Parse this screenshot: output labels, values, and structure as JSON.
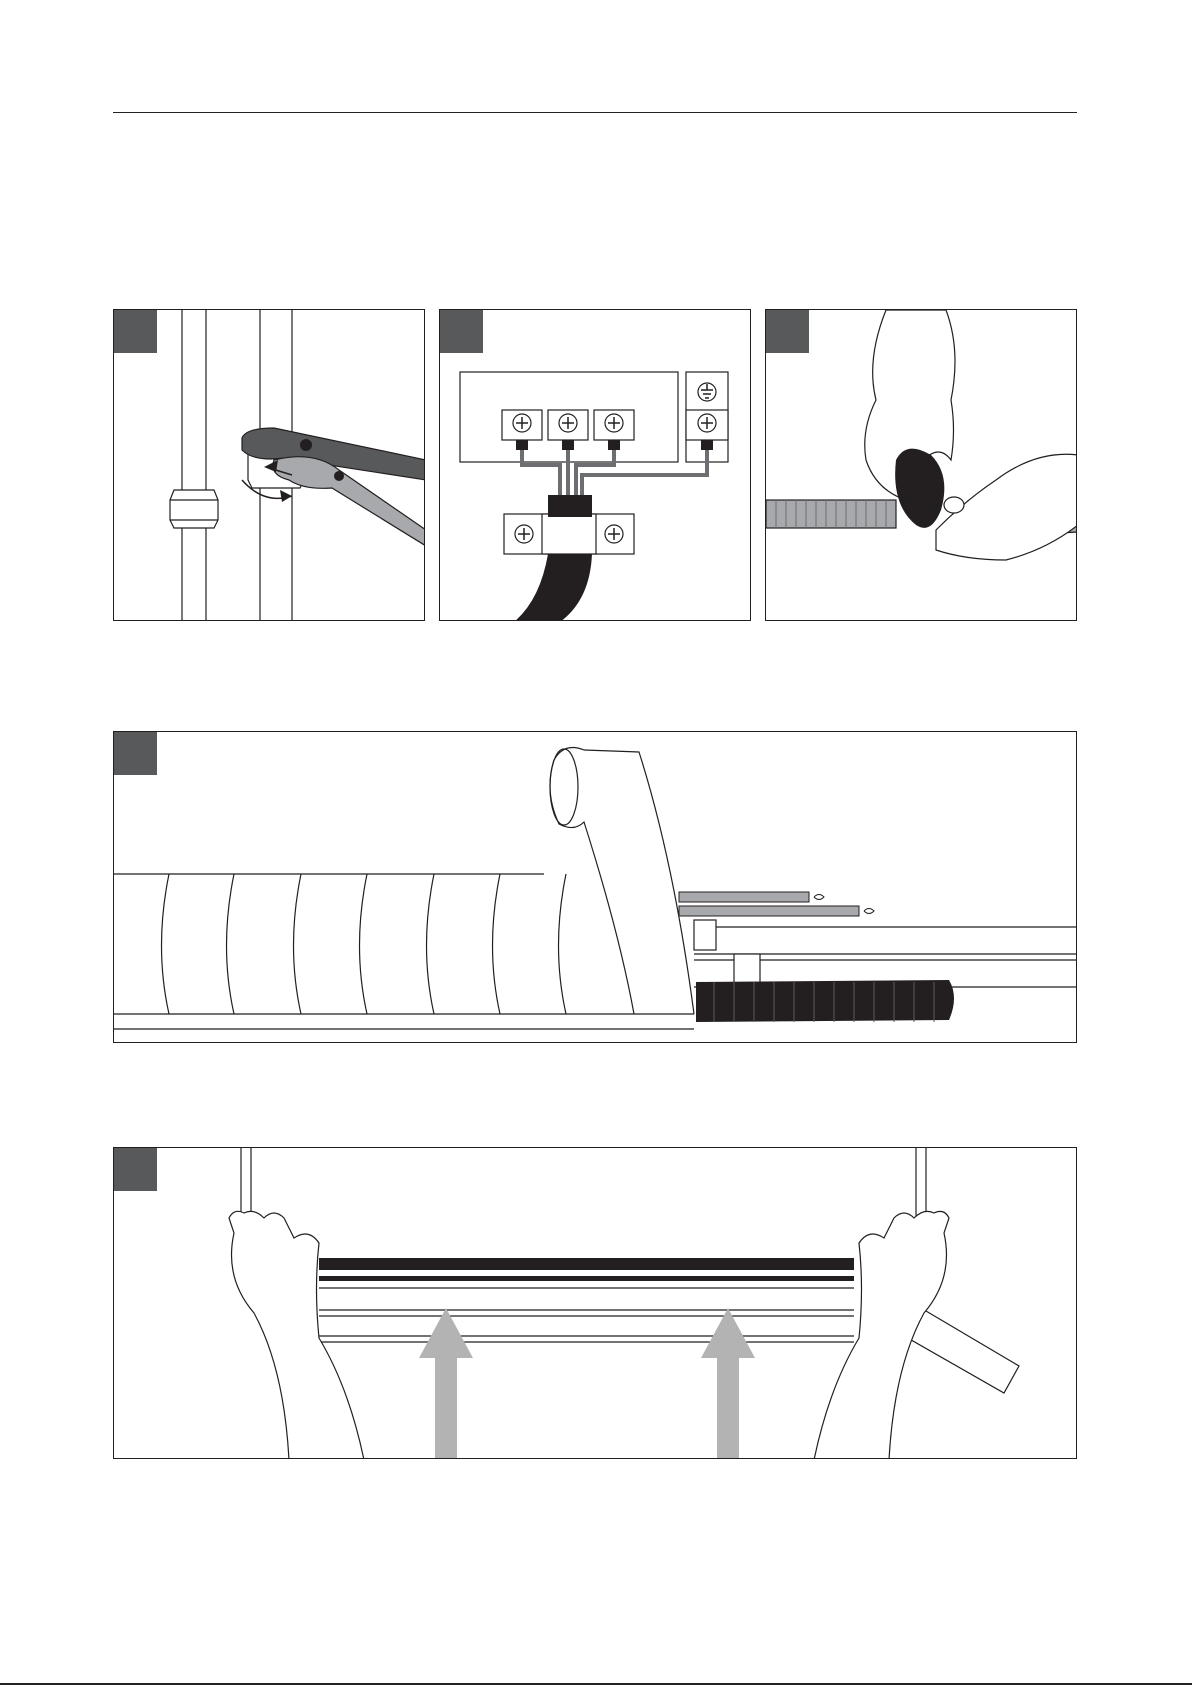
{
  "page": {
    "background": "#ffffff"
  },
  "colors": {
    "line": "#231f20",
    "badge": "#58595b",
    "grey_mid": "#a7a9ac",
    "grey_dark": "#6d6e71",
    "black": "#1a1a1a",
    "arrow": "#b3b3b3"
  },
  "steps": [
    {
      "badge": "",
      "illustration": "wrench-tightening-pipe-nut"
    },
    {
      "badge": "",
      "illustration": "terminal-block-wiring"
    },
    {
      "badge": "",
      "illustration": "hands-wrapping-tape-on-pipe"
    },
    {
      "badge": "",
      "illustration": "pipe-bundle-wrapped-with-tape"
    },
    {
      "badge": "",
      "illustration": "hands-lifting-unit-arrows-up"
    }
  ],
  "icons": {
    "screw": "screw-icon",
    "ground": "ground-symbol-icon",
    "arrow_up": "arrow-up-icon",
    "rotate_arrow": "rotate-arrow-icon"
  }
}
